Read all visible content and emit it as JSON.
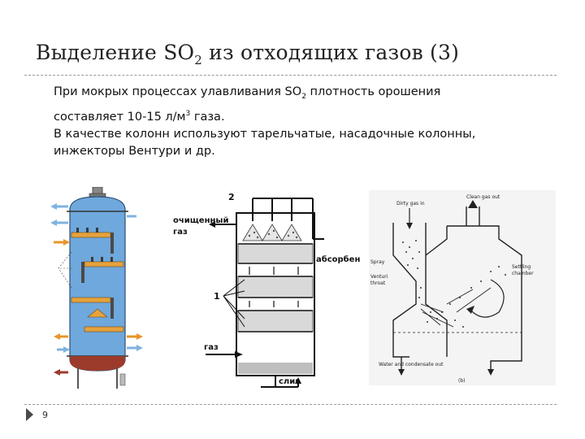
{
  "slide": {
    "title_main": "Выделение SO",
    "title_sub": "2",
    "title_rest": " из отходящих газов (3)",
    "para1_a": "При мокрых процессах улавливания SO",
    "para1_sub": "2",
    "para1_b": " плотность орошения",
    "para1_c": "составляет 10-15 л/м",
    "para1_sup": "3",
    "para1_d": " газа.",
    "para2_a": "В качестве колонн используют тарельчатые, насадочные колонны,",
    "para2_b": "инжекторы Вентури  и др.",
    "page_number": "9"
  },
  "figure2": {
    "label_2": "2",
    "label_clean_gas_1": "очищенный",
    "label_clean_gas_2": "газ",
    "label_absorbent": "абсорбент",
    "label_1": "1",
    "label_gas": "газ",
    "label_drain": "слив"
  },
  "figure3": {
    "label_clean_gas_out": "Clean gas out",
    "label_dirty_gas_in": "Dirty gas in",
    "label_spray": "Spray",
    "label_venturi_1": "Venturi",
    "label_venturi_2": "throat",
    "label_settling_1": "Settling",
    "label_settling_2": "chamber",
    "label_water_out": "Water and condensate out",
    "label_b": "(b)"
  },
  "colors": {
    "column_blue": "#6fa8dc",
    "tray_orange": "#e6a23c",
    "arrow_orange": "#e8962a",
    "arrow_blue": "#7fb3e0",
    "sump_red": "#9c3b2c"
  }
}
